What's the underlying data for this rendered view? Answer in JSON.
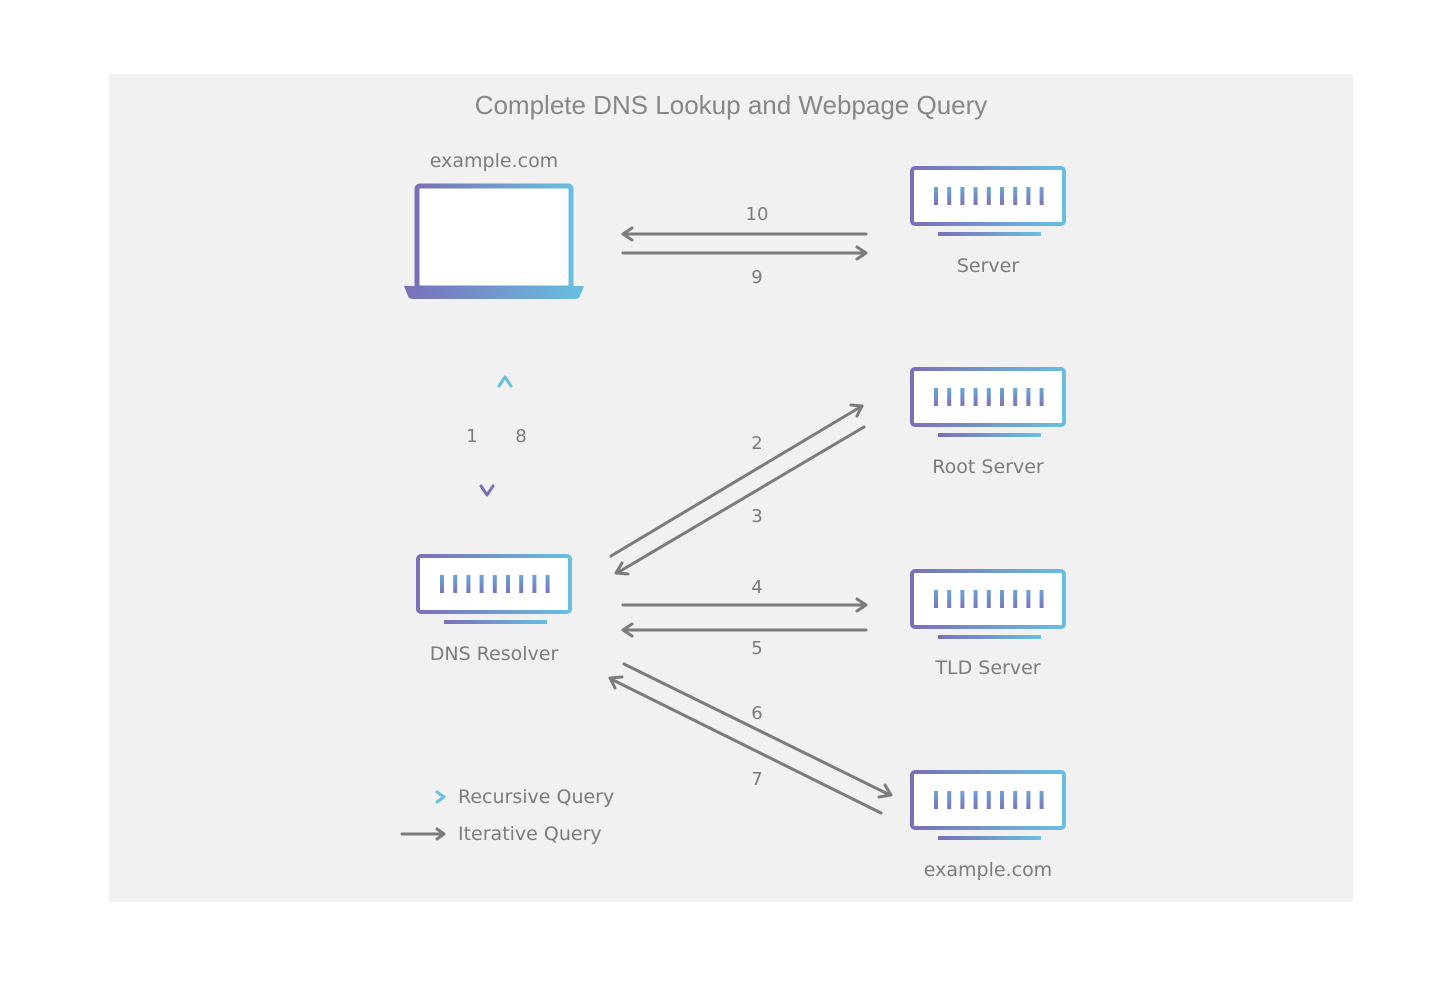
{
  "title": "Complete DNS Lookup and Webpage Query",
  "colors": {
    "background": "#f1f1f1",
    "gradient_start": "#7b6fb8",
    "gradient_end": "#68bfe0",
    "iterative_arrow": "#7a7b7d",
    "label_text": "#7b7c7e"
  },
  "nodes": {
    "client": {
      "label": "example.com",
      "icon": "laptop-icon"
    },
    "web_server": {
      "label": "Server",
      "icon": "server-icon"
    },
    "dns_resolver": {
      "label": "DNS Resolver",
      "icon": "server-icon"
    },
    "root_server": {
      "label": "Root Server",
      "icon": "server-icon"
    },
    "tld_server": {
      "label": "TLD Server",
      "icon": "server-icon"
    },
    "authoritative_server": {
      "label": "example.com",
      "icon": "server-icon"
    }
  },
  "steps": [
    {
      "n": "1",
      "from": "client",
      "to": "dns_resolver",
      "type": "recursive"
    },
    {
      "n": "2",
      "from": "dns_resolver",
      "to": "root_server",
      "type": "iterative"
    },
    {
      "n": "3",
      "from": "root_server",
      "to": "dns_resolver",
      "type": "iterative"
    },
    {
      "n": "4",
      "from": "dns_resolver",
      "to": "tld_server",
      "type": "iterative"
    },
    {
      "n": "5",
      "from": "tld_server",
      "to": "dns_resolver",
      "type": "iterative"
    },
    {
      "n": "6",
      "from": "dns_resolver",
      "to": "authoritative_server",
      "type": "iterative"
    },
    {
      "n": "7",
      "from": "authoritative_server",
      "to": "dns_resolver",
      "type": "iterative"
    },
    {
      "n": "8",
      "from": "dns_resolver",
      "to": "client",
      "type": "recursive"
    },
    {
      "n": "9",
      "from": "client",
      "to": "web_server",
      "type": "iterative"
    },
    {
      "n": "10",
      "from": "web_server",
      "to": "client",
      "type": "iterative"
    }
  ],
  "legend": {
    "recursive": "Recursive Query",
    "iterative": "Iterative Query"
  }
}
